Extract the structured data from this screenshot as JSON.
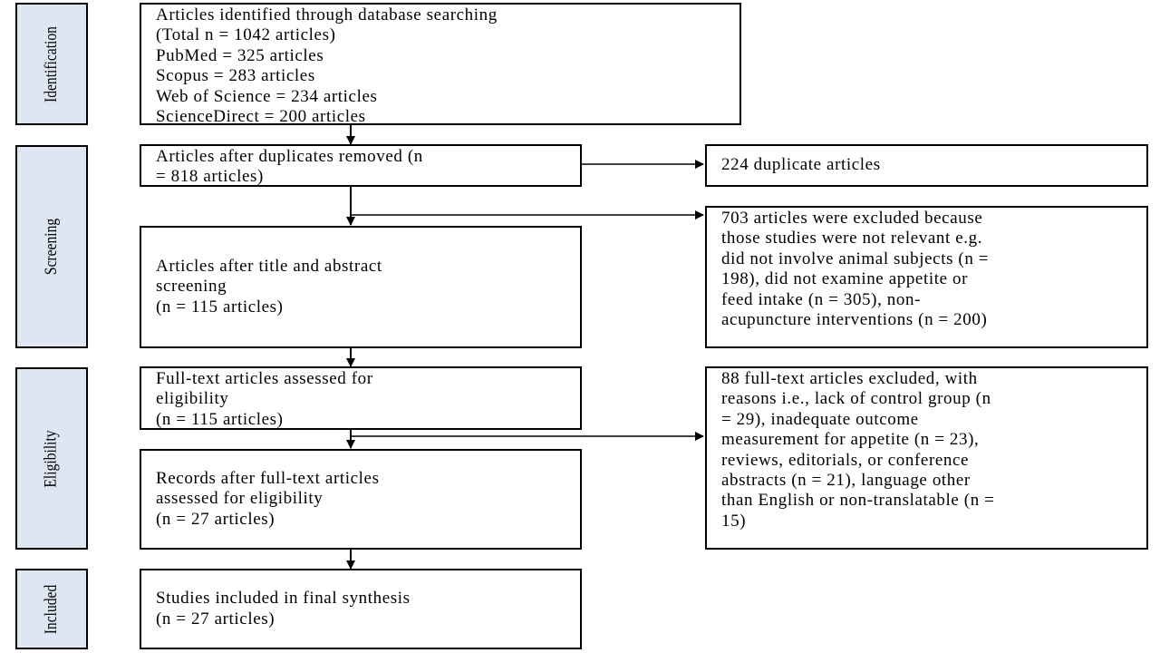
{
  "stages": {
    "identification": "Identification",
    "screening": "Screening",
    "eligibility": "Eligibility",
    "included": "Included"
  },
  "boxes": {
    "identified": {
      "lines": [
        "Articles identified through database searching",
        "(Total n = 1042 articles)",
        "PubMed = 325 articles",
        "Scopus = 283 articles",
        "Web of Science = 234 articles",
        "ScienceDirect = 200 articles"
      ]
    },
    "after_duplicates": {
      "lines": [
        "Articles after duplicates removed (n",
        "= 818 articles)"
      ]
    },
    "duplicates": {
      "lines": [
        "224 duplicate articles"
      ]
    },
    "title_abstract": {
      "lines": [
        "Articles after title and abstract",
        "screening",
        "(n = 115 articles)"
      ]
    },
    "excluded_screening": {
      "lines": [
        "703 articles were excluded because",
        "those studies were not relevant e.g.",
        "did not involve animal subjects (n =",
        "198), did not examine appetite or",
        "feed intake (n = 305), non-",
        "acupuncture interventions (n = 200)"
      ]
    },
    "fulltext_assessed": {
      "lines": [
        "Full-text articles assessed for",
        "eligibility",
        "(n = 115 articles)"
      ]
    },
    "excluded_fulltext": {
      "lines": [
        "88 full-text articles excluded, with",
        "reasons i.e., lack of control group (n",
        "= 29), inadequate outcome",
        "measurement for appetite (n = 23),",
        "reviews, editorials, or conference",
        "abstracts (n = 21), language other",
        "than English or non-translatable (n =",
        "15)"
      ]
    },
    "records_after_fulltext": {
      "lines": [
        "Records after full-text articles",
        "assessed for eligibility",
        "(n = 27 articles)"
      ]
    },
    "included_synthesis": {
      "lines": [
        "Studies included in final synthesis",
        "(n = 27 articles)"
      ]
    }
  }
}
